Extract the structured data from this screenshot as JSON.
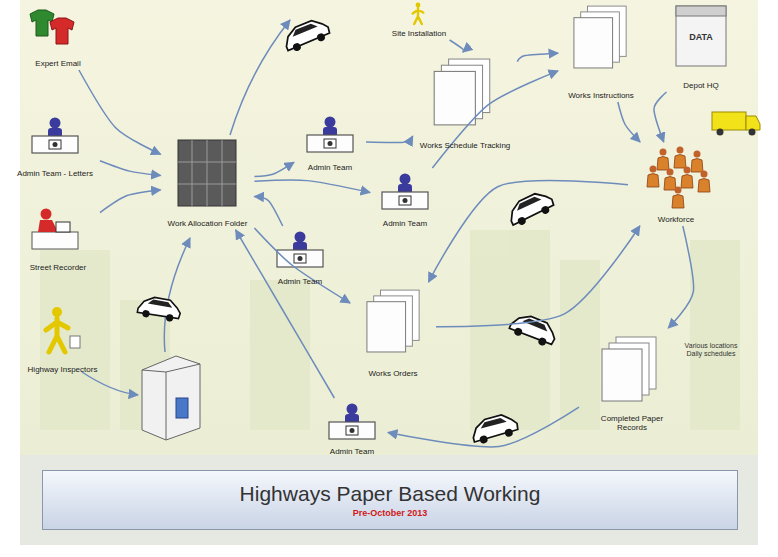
{
  "diagram": {
    "title": "Highways Paper Based Working",
    "nodes": [
      {
        "text": [
          "Expert Email"
        ]
      },
      {
        "text": [
          "Admin Team - Letters"
        ]
      },
      {
        "text": [
          "Street Recorder"
        ]
      },
      {
        "text": [
          "Highway Inspectors"
        ]
      },
      {
        "text": [
          "Work Allocation Folder"
        ]
      },
      {
        "text": [
          "Admin Team"
        ]
      },
      {
        "text": [
          "Site Installation"
        ]
      },
      {
        "text": [
          "Works Schedule Tracking"
        ]
      },
      {
        "text": [
          "Works Instructions"
        ]
      },
      {
        "text": [
          "Depot HQ"
        ]
      },
      {
        "text": [
          "Admin Team"
        ]
      },
      {
        "text": [
          "Workforce"
        ]
      },
      {
        "text": [
          "Admin Team"
        ]
      },
      {
        "text": [
          "Works Orders"
        ]
      },
      {
        "text": [
          "Completed Paper Records"
        ]
      },
      {
        "text": [
          "Admin Team"
        ]
      }
    ],
    "edges": [
      {
        "from": 0,
        "to": 4,
        "arrow": "to"
      },
      {
        "from": 1,
        "to": 4,
        "arrow": "to"
      },
      {
        "from": 2,
        "to": 4,
        "arrow": "to"
      },
      {
        "from": 4,
        "to": 5,
        "arrow": "to"
      },
      {
        "from": 5,
        "to": 7,
        "arrow": "to"
      },
      {
        "from": 6,
        "to": 7,
        "arrow": "to"
      },
      {
        "from": 4,
        "to": 10,
        "arrow": "to"
      },
      {
        "from": 10,
        "to": 8,
        "arrow": "to"
      },
      {
        "from": 7,
        "to": 8,
        "arrow": "to"
      },
      {
        "from": 8,
        "to": 11,
        "arrow": "to"
      },
      {
        "from": 9,
        "to": 11,
        "arrow": "to"
      },
      {
        "from": 11,
        "to": 13,
        "arrow": "to"
      },
      {
        "from": 13,
        "to": 11,
        "arrow": "to"
      },
      {
        "from": 11,
        "to": 14,
        "arrow": "to"
      },
      {
        "from": 14,
        "to": 15,
        "arrow": "to"
      },
      {
        "from": 15,
        "to": 4,
        "arrow": "to"
      },
      {
        "from": 12,
        "to": 4,
        "arrow": "to"
      },
      {
        "from": 4,
        "to": 13,
        "arrow": "to"
      }
    ],
    "labels": [
      "DATA",
      "Pre-October 2013",
      "Various locations Daily schedules"
    ]
  }
}
